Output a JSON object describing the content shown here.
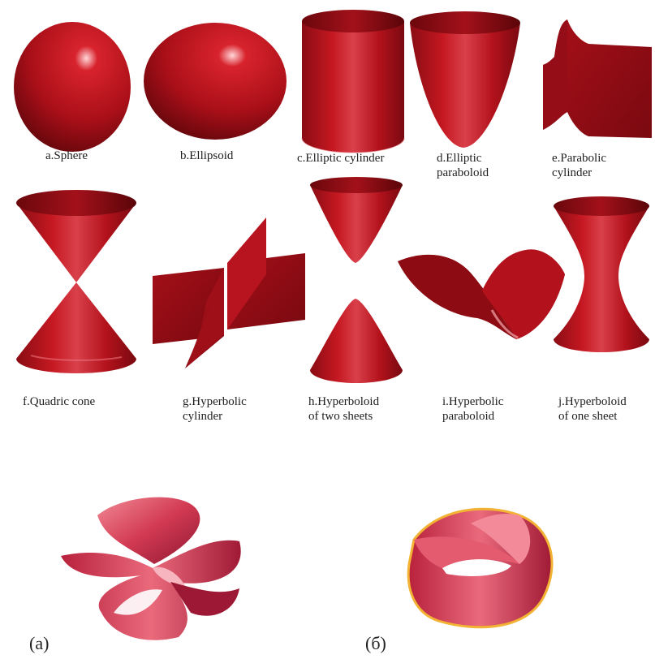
{
  "figure": {
    "surfaces": [
      {
        "id": "a",
        "lines": [
          "a.Sphere"
        ]
      },
      {
        "id": "b",
        "lines": [
          "b.Ellipsoid"
        ]
      },
      {
        "id": "c",
        "lines": [
          "c.Elliptic cylinder"
        ]
      },
      {
        "id": "d",
        "lines": [
          "d.Elliptic",
          "paraboloid"
        ]
      },
      {
        "id": "e",
        "lines": [
          "e.Parabolic",
          "cylinder"
        ]
      },
      {
        "id": "f",
        "lines": [
          "f.Quadric cone"
        ]
      },
      {
        "id": "g",
        "lines": [
          "g.Hyperbolic",
          "cylinder"
        ]
      },
      {
        "id": "h",
        "lines": [
          "h.Hyperboloid",
          "of two sheets"
        ]
      },
      {
        "id": "i",
        "lines": [
          "i.Hyperbolic",
          "paraboloid"
        ]
      },
      {
        "id": "j",
        "lines": [
          "j.Hyperboloid",
          "of one sheet"
        ]
      }
    ],
    "panel_labels": {
      "a": "(a)",
      "b": "(б)"
    },
    "colors": {
      "surface": "#b3121c",
      "dark": "#6e0a10",
      "highlight": "#f4a0a4",
      "mobius_edge": "#f2b233"
    }
  }
}
